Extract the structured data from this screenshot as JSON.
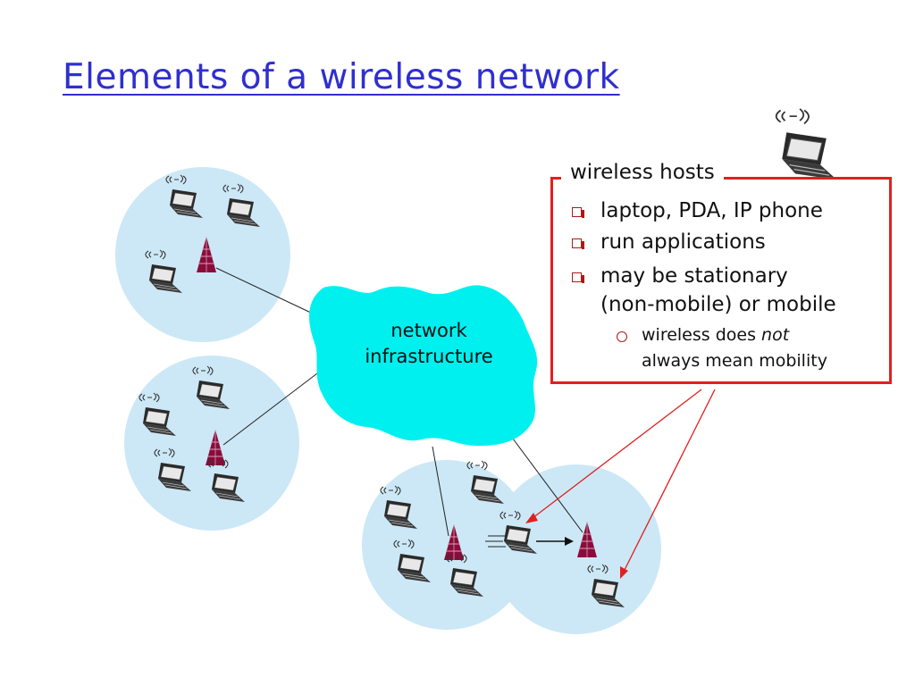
{
  "slide": {
    "title": "Elements of a wireless network"
  },
  "diagram": {
    "cloud_label_line1": "network",
    "cloud_label_line2": "infrastructure"
  },
  "callout": {
    "heading": "wireless hosts",
    "bullets": [
      {
        "text": "laptop, PDA, IP phone"
      },
      {
        "text": "run applications"
      },
      {
        "text": "may be stationary",
        "text2": "(non-mobile) or mobile"
      }
    ],
    "sub_bullet_line1": "wireless does",
    "sub_bullet_emphasis": "not",
    "sub_bullet_line2": "always mean mobility"
  },
  "colors": {
    "title": "#2f2fd0",
    "cell": "#cce8f6",
    "cloud": "#00f0f0",
    "tower": "#8a0c3a",
    "callout_border": "#e02020",
    "bullet_mark": "#b01818"
  }
}
